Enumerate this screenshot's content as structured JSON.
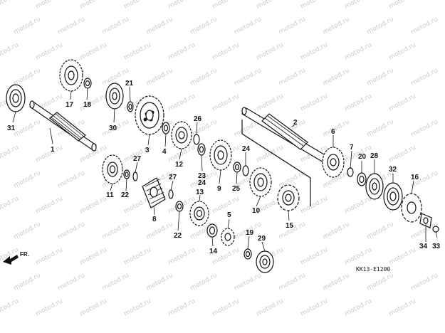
{
  "diagram": {
    "figure_code": "KK13-E1200",
    "direction_label": "FR.",
    "watermark": "motod.ru",
    "callouts": [
      "1",
      "2",
      "3",
      "4",
      "5",
      "6",
      "7",
      "8",
      "9",
      "10",
      "11",
      "12",
      "13",
      "14",
      "15",
      "16",
      "17",
      "18",
      "19",
      "20",
      "21",
      "22",
      "22",
      "23",
      "24",
      "24",
      "25",
      "26",
      "27",
      "27",
      "28",
      "29",
      "30",
      "31",
      "32",
      "33",
      "34"
    ]
  }
}
